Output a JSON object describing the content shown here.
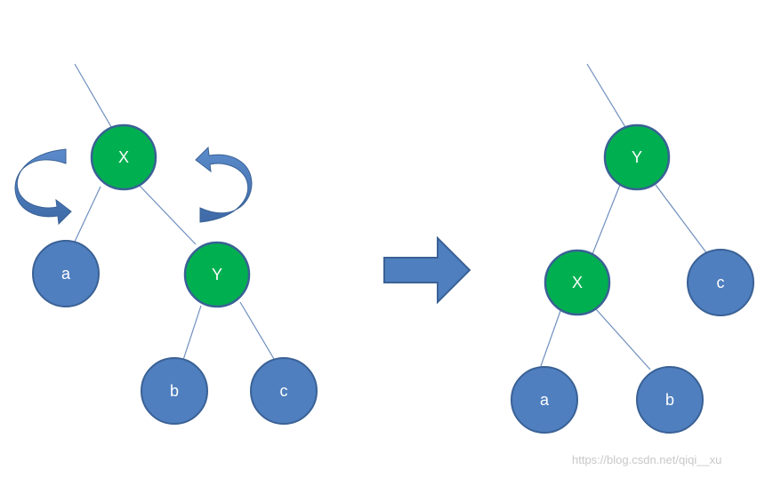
{
  "diagram": {
    "colors": {
      "green_node": "#00b050",
      "blue_node": "#4f7fbf",
      "node_border": "#3a6195",
      "edge": "#6f8fbe",
      "arrow": "#4f7fbf"
    },
    "before": {
      "nodes": {
        "x": "X",
        "y": "Y",
        "a": "a",
        "b": "b",
        "c": "c"
      }
    },
    "after": {
      "nodes": {
        "y": "Y",
        "x": "X",
        "a": "a",
        "b": "b",
        "c": "c"
      }
    },
    "icons": {
      "rotate_left": "curved-arrow-left-icon",
      "rotate_right": "curved-arrow-right-icon",
      "transform": "right-arrow-icon"
    },
    "watermark": "https://blog.csdn.net/qiqi__xu"
  }
}
